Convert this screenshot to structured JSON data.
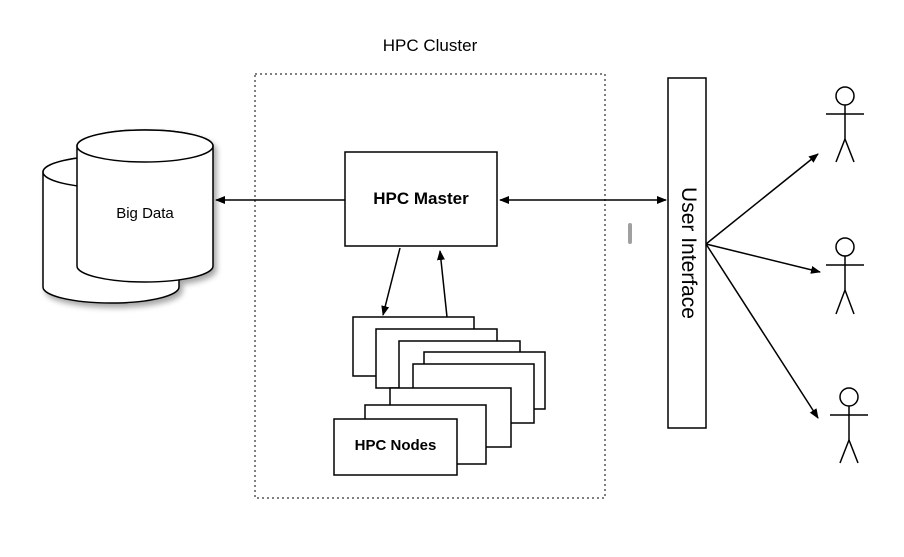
{
  "diagram": {
    "cluster_title": "HPC Cluster",
    "big_data_label": "Big Data",
    "master_label": "HPC Master",
    "nodes_label": "HPC Nodes",
    "user_interface_label": "User Interface",
    "users": [
      "user",
      "user",
      "user"
    ]
  }
}
